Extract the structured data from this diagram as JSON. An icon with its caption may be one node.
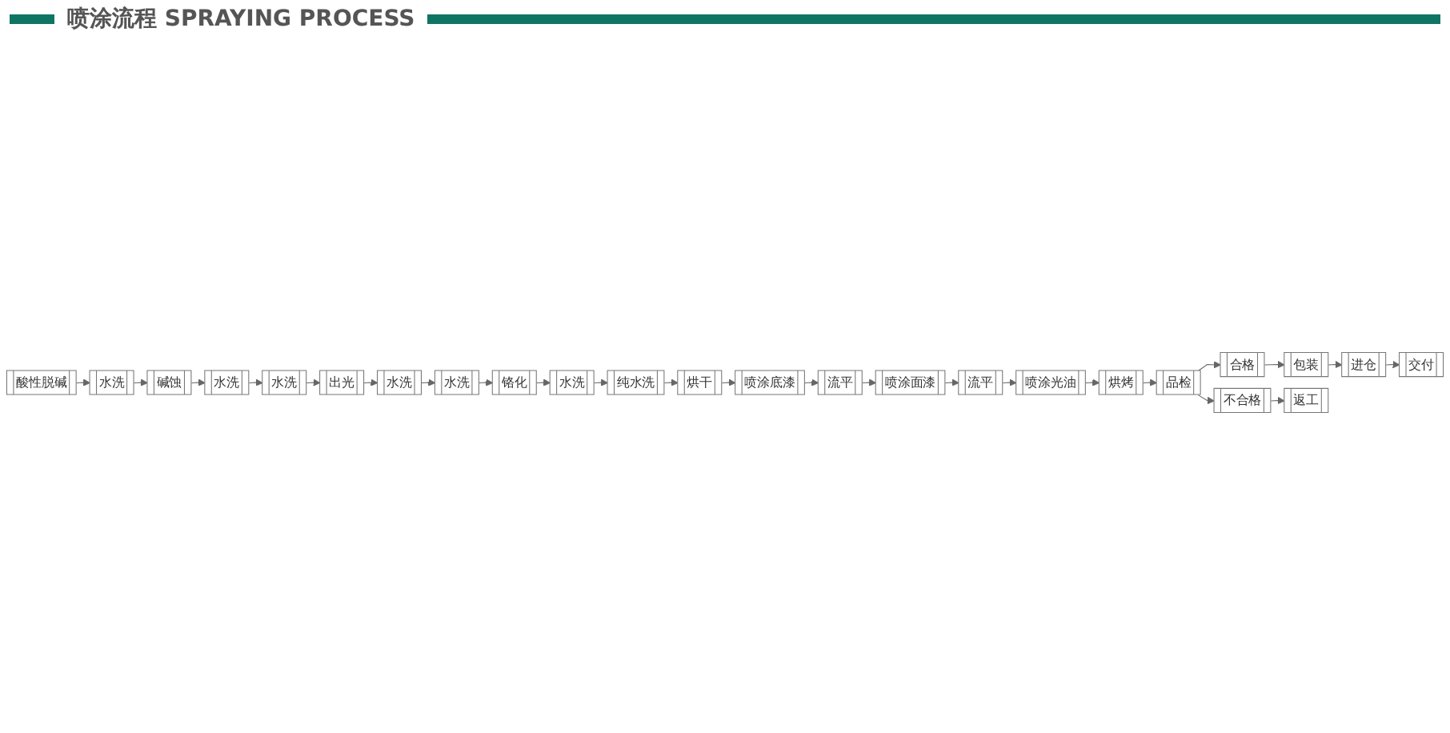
{
  "diagram": {
    "title": "喷涂流程 SPRAYING PROCESS",
    "nodes": [
      {
        "text": [
          "酸性脱碱"
        ]
      },
      {
        "text": [
          "水洗"
        ]
      },
      {
        "text": [
          "碱蚀"
        ]
      },
      {
        "text": [
          "水洗"
        ]
      },
      {
        "text": [
          "水洗"
        ]
      },
      {
        "text": [
          "水洗"
        ]
      },
      {
        "text": [
          "铬化"
        ]
      },
      {
        "text": [
          "水洗"
        ]
      },
      {
        "text": [
          "水洗"
        ]
      },
      {
        "text": [
          "出光"
        ]
      },
      {
        "text": [
          "纯水洗"
        ]
      },
      {
        "text": [
          "烘干"
        ]
      },
      {
        "text": [
          "喷涂底漆"
        ]
      },
      {
        "text": [
          "流平"
        ]
      },
      {
        "text": [
          "喷涂面漆"
        ]
      },
      {
        "text": [
          "品检"
        ]
      },
      {
        "text": [
          "烘烤"
        ]
      },
      {
        "text": [
          "喷涂光油"
        ]
      },
      {
        "text": [
          "流平"
        ]
      },
      {
        "text": [
          "合格"
        ]
      },
      {
        "text": [
          "包装"
        ]
      },
      {
        "text": [
          "进仓"
        ]
      },
      {
        "text": [
          "交付"
        ]
      },
      {
        "text": [
          "不合格"
        ]
      },
      {
        "text": [
          "返工"
        ]
      }
    ],
    "edges": [
      {
        "from": 0,
        "to": 1,
        "arrow": "to"
      },
      {
        "from": 1,
        "to": 2,
        "arrow": "to"
      },
      {
        "from": 2,
        "to": 3,
        "arrow": "to"
      },
      {
        "from": 3,
        "to": 4,
        "arrow": "to"
      },
      {
        "from": 4,
        "to": 9,
        "arrow": "to"
      },
      {
        "from": 9,
        "to": 8,
        "arrow": "to"
      },
      {
        "from": 8,
        "to": 7,
        "arrow": "to"
      },
      {
        "from": 7,
        "to": 6,
        "arrow": "to"
      },
      {
        "from": 6,
        "to": 5,
        "arrow": "to"
      },
      {
        "from": 5,
        "to": 10,
        "arrow": "to"
      },
      {
        "from": 10,
        "to": 11,
        "arrow": "to"
      },
      {
        "from": 11,
        "to": 12,
        "arrow": "to"
      },
      {
        "from": 12,
        "to": 13,
        "arrow": "to"
      },
      {
        "from": 13,
        "to": 14,
        "arrow": "to"
      },
      {
        "from": 14,
        "to": 18,
        "arrow": "to"
      },
      {
        "from": 18,
        "to": 17,
        "arrow": "to"
      },
      {
        "from": 17,
        "to": 16,
        "arrow": "to"
      },
      {
        "from": 16,
        "to": 15,
        "arrow": "to"
      },
      {
        "from": 15,
        "to": 19,
        "arrow": "to"
      },
      {
        "from": 15,
        "to": 23,
        "arrow": "to"
      },
      {
        "from": 19,
        "to": 20,
        "arrow": "to"
      },
      {
        "from": 20,
        "to": 21,
        "arrow": "to"
      },
      {
        "from": 21,
        "to": 22,
        "arrow": "to"
      },
      {
        "from": 23,
        "to": 24,
        "arrow": "to"
      }
    ]
  }
}
